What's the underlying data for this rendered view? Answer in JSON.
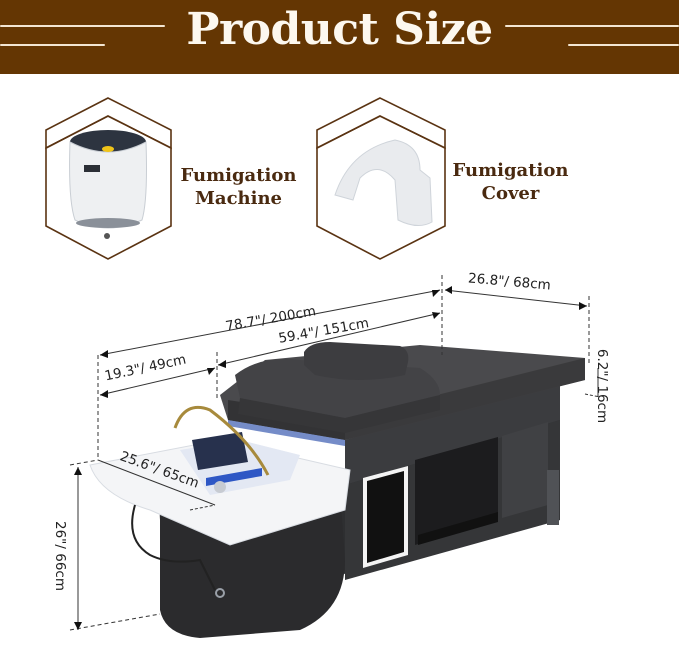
{
  "banner": {
    "title": "Product Size",
    "background": "#643603"
  },
  "accessories": [
    {
      "icon": "fumigation-machine",
      "label_line1": "Fumigation",
      "label_line2": "Machine"
    },
    {
      "icon": "fumigation-cover",
      "label_line1": "Fumigation",
      "label_line2": "Cover"
    }
  ],
  "dimensions": {
    "total_length": "78.7\"/ 200cm",
    "bed_length": "59.4\"/ 151cm",
    "basin_length": "19.3\"/ 49cm",
    "width": "26.8\"/ 68cm",
    "mattress_thickness": "6.2\"/ 16cm",
    "basin_width": "25.6\"/ 65cm",
    "height": "26\"/ 66cm"
  },
  "colors": {
    "accent_brown": "#643603",
    "label_brown": "#4a2a10",
    "bed_dark": "#3a3a3c",
    "basin_white": "#f4f5f7"
  }
}
